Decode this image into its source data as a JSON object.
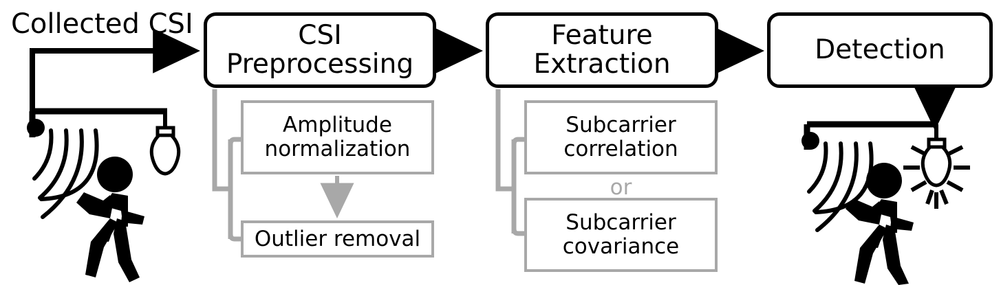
{
  "diagram": {
    "title_caption": "Collected CSI",
    "colors": {
      "stroke_black": "#000000",
      "stroke_gray": "#a8a8a8",
      "background": "#ffffff"
    },
    "stages": [
      {
        "id": "preprocessing",
        "label": "CSI\nPreprocessing"
      },
      {
        "id": "feature",
        "label": "Feature\nExtraction"
      },
      {
        "id": "detection",
        "label": "Detection"
      }
    ],
    "substeps": {
      "preprocessing": [
        {
          "id": "amplitude",
          "label": "Amplitude\nnormalization"
        },
        {
          "id": "outlier",
          "label": "Outlier removal"
        }
      ],
      "feature": [
        {
          "id": "correlation",
          "label": "Subcarrier\ncorrelation"
        },
        {
          "id": "covariance",
          "label": "Subcarrier\ncovariance"
        }
      ]
    },
    "connectors": {
      "or_label": "or"
    },
    "scenes": {
      "left": {
        "name": "wifi-sensing-scene-light-off",
        "elements": [
          "ceiling-bar",
          "wifi-emitter-icon",
          "wave-arcs",
          "light-bulb-off",
          "walking-person"
        ]
      },
      "right": {
        "name": "wifi-sensing-scene-light-on",
        "elements": [
          "ceiling-bar",
          "wifi-emitter-icon",
          "wave-arcs",
          "light-bulb-on",
          "walking-person"
        ]
      }
    }
  }
}
